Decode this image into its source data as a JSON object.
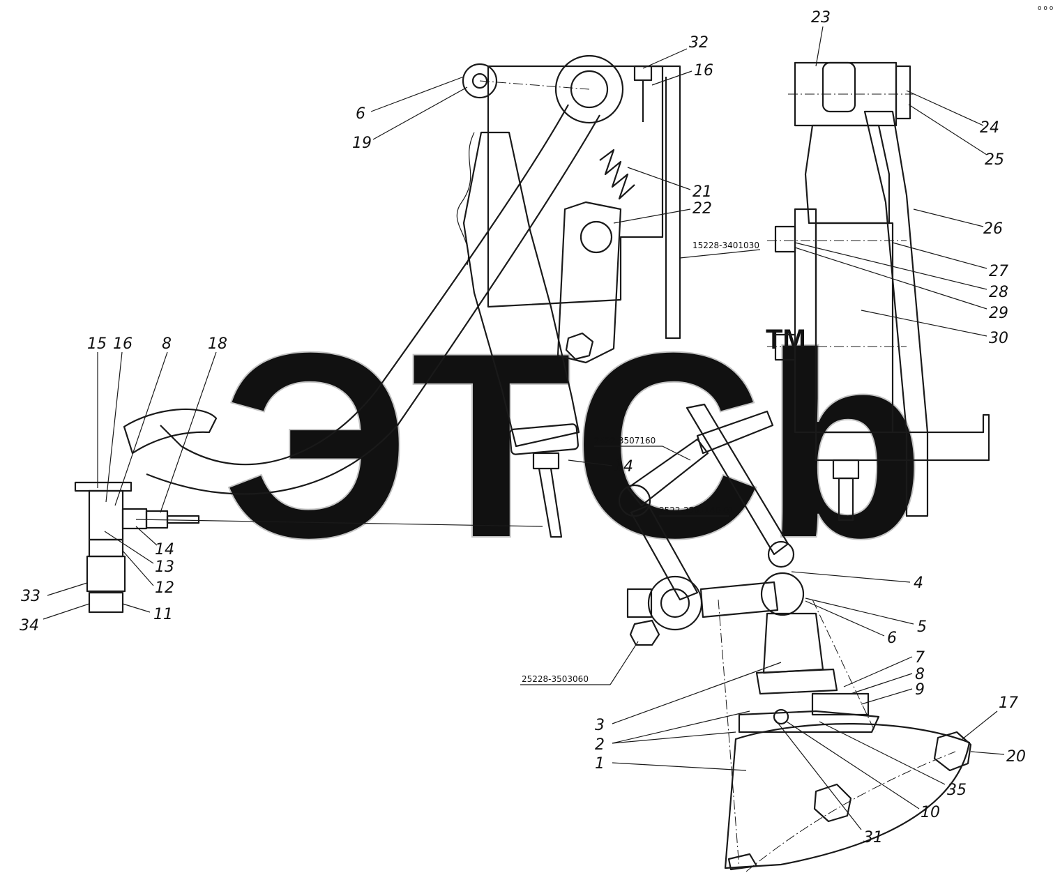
{
  "watermark": {
    "text": "ЭТСb",
    "trademark": "TM",
    "color": "#d9d9d9"
  },
  "stroke_color": "#1a1a1a",
  "callouts": {
    "c1": "1",
    "c2": "2",
    "c3": "3",
    "c4": "4",
    "c5": "5",
    "c6a": "6",
    "c6b": "6",
    "c7": "7",
    "c8a": "8",
    "c8b": "8",
    "c9": "9",
    "c10": "10",
    "c11": "11",
    "c12": "12",
    "c13": "13",
    "c14a": "14",
    "c14b": "14",
    "c15": "15",
    "c16a": "16",
    "c16b": "16",
    "c17": "17",
    "c18": "18",
    "c19": "19",
    "c20": "20",
    "c21": "21",
    "c22": "22",
    "c23": "23",
    "c24": "24",
    "c25": "25",
    "c26": "26",
    "c27": "27",
    "c28": "28",
    "c29": "29",
    "c30": "30",
    "c31": "31",
    "c32": "32",
    "c33": "33",
    "c34": "34",
    "c35": "35"
  },
  "codes": {
    "k1": "15228-3401030",
    "k2": "2522-3507160",
    "k3": "2522-3501140-01",
    "k4": "25228-3503060"
  },
  "corner_mark": "o o o"
}
